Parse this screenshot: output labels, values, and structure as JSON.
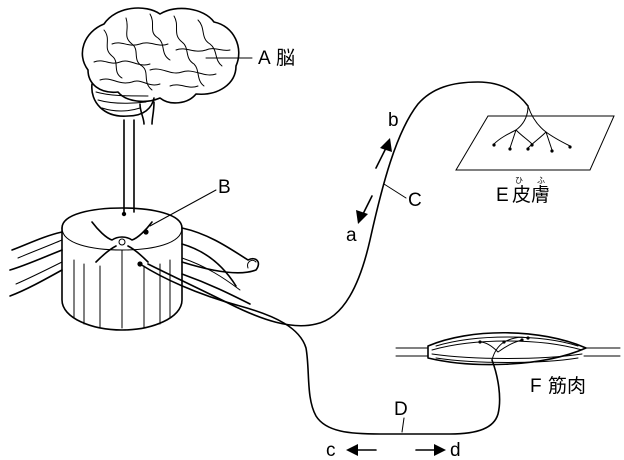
{
  "labels": {
    "A": "A",
    "A_word": "脳",
    "B": "B",
    "C": "C",
    "D": "D",
    "E": "E",
    "E_word": "皮膚",
    "E_ruby_1": "ひ",
    "E_ruby_2": "ふ",
    "F": "F",
    "F_word": "筋肉",
    "a": "a",
    "b": "b",
    "c": "c",
    "d": "d"
  }
}
